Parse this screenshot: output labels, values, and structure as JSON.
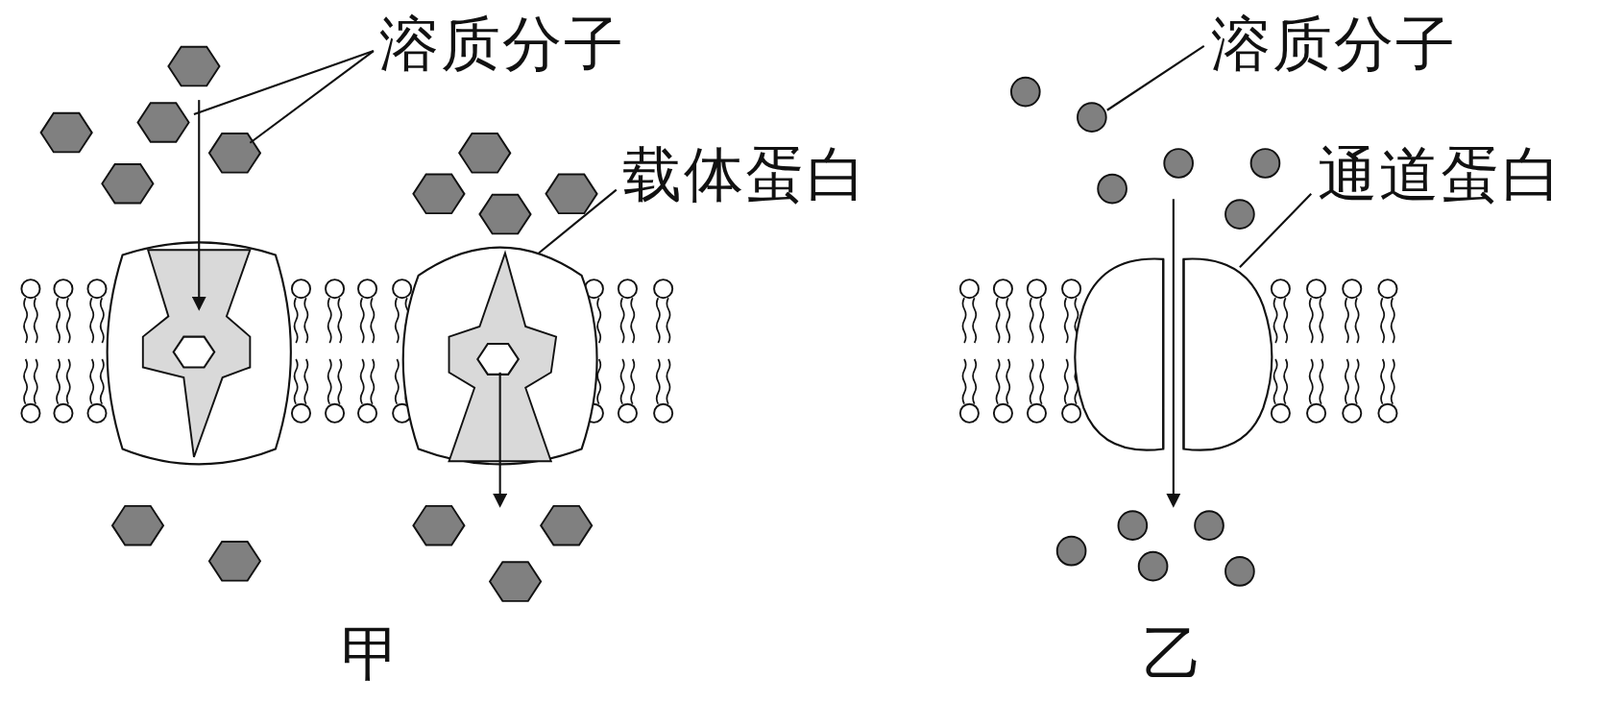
{
  "diagram": {
    "labels": [
      "溶质分子",
      "载体蛋白",
      "溶质分子",
      "通道蛋白",
      "甲",
      "乙"
    ]
  }
}
